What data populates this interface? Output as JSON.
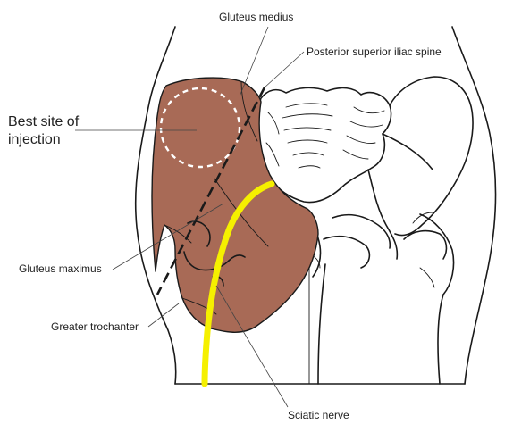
{
  "labels": {
    "gluteus_medius": "Gluteus medius",
    "psis": "Posterior superior iliac spine",
    "injection_line1": "Best site of",
    "injection_line2": "injection",
    "gluteus_maximus": "Gluteus maximus",
    "greater_trochanter": "Greater trochanter",
    "sciatic_nerve": "Sciatic nerve"
  },
  "colors": {
    "muscle": "#a86a56",
    "nerve": "#f5f000",
    "outline": "#1a1a1a",
    "injection_circle": "#ffffff"
  }
}
